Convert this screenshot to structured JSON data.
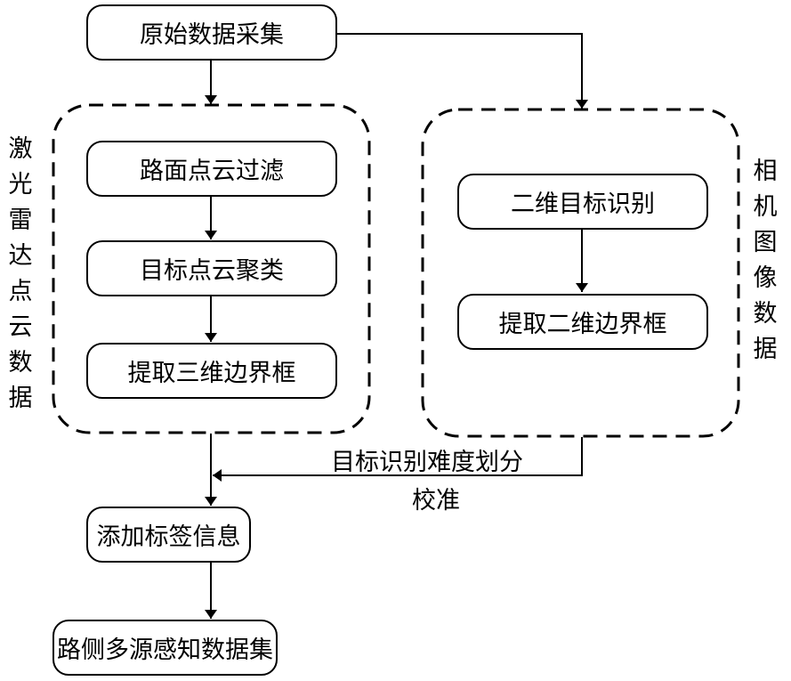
{
  "diagram": {
    "nodes": {
      "raw_collection": "原始数据采集",
      "road_filter": "路面点云过滤",
      "target_cluster": "目标点云聚类",
      "extract_3d_bbox": "提取三维边界框",
      "detect_2d": "二维目标识别",
      "extract_2d_bbox": "提取二维边界框",
      "add_labels": "添加标签信息",
      "dataset": "路侧多源感知数据集"
    },
    "groups": {
      "lidar": [
        "激",
        "光",
        "雷",
        "达",
        "点",
        "云",
        "数",
        "据"
      ],
      "camera": [
        "相",
        "机",
        "图",
        "像",
        "数",
        "据"
      ]
    },
    "edge_labels": {
      "difficulty": "目标识别难度划分",
      "calibration": "校准"
    },
    "colors": {
      "stroke": "#000000",
      "background": "#ffffff"
    }
  }
}
